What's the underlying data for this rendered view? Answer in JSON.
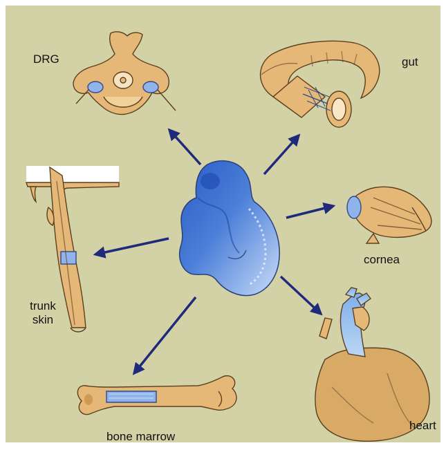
{
  "labels": {
    "drg": "DRG",
    "gut": "gut",
    "cornea": "cornea",
    "trunk_skin_line1": "trunk",
    "trunk_skin_line2": "skin",
    "bone_marrow": "bone marrow",
    "heart": "heart"
  },
  "colors": {
    "background": "#d3d2a6",
    "arrow": "#1f2a7a",
    "tissue": "#e6b878",
    "tissue_outline": "#5a3f1e",
    "stem_cell_blue": "#8fb3ea",
    "embryo_dark": "#2f62c6",
    "embryo_light": "#d8e6fb"
  },
  "icons": [
    "embryo-icon",
    "vertebra-drg-icon",
    "gut-tube-icon",
    "eye-cornea-icon",
    "hair-follicle-skin-icon",
    "long-bone-icon",
    "heart-icon"
  ]
}
